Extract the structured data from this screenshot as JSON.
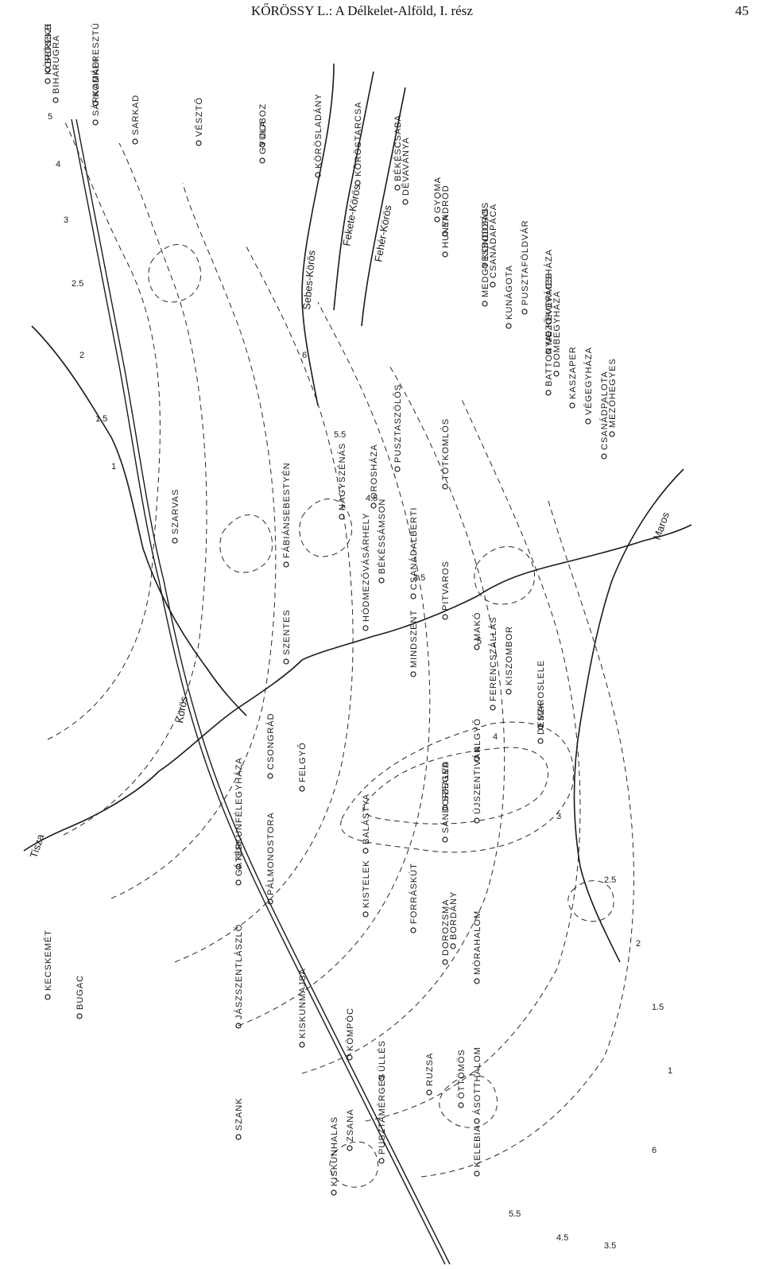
{
  "header": {
    "running_title": "KŐRÖSSY L.: A Délkelet-Alföld, I. rész",
    "page_number": "45"
  },
  "rivers": {
    "tisza": "Tisza",
    "koros": "Körös",
    "sebes_koros": "Sebes-Körös",
    "fekete_koros": "Fekete-Körös",
    "feher_koros": "Fehér-Körös",
    "maros": "Maros"
  },
  "localities": [
    {
      "name": "BEREKBÖSZÖRMÉNY"
    },
    {
      "name": "KÖRÖSSZEGAPÁTI"
    },
    {
      "name": "BIHARUGRA"
    },
    {
      "name": "KOMÁDI"
    },
    {
      "name": "SÁRKADKERESZTÚR"
    },
    {
      "name": "SARKAD"
    },
    {
      "name": "VÉSZTŐ"
    },
    {
      "name": "DOBOZ"
    },
    {
      "name": "GYULA"
    },
    {
      "name": "KÖRÖSLADÁNY"
    },
    {
      "name": "KÖRÖSTARCSA"
    },
    {
      "name": "BÉKÉSCSABA"
    },
    {
      "name": "DÉVAVÁNYA"
    },
    {
      "name": "GYOMA"
    },
    {
      "name": "ENDRŐD"
    },
    {
      "name": "HUNYA"
    },
    {
      "name": "KONDOROS"
    },
    {
      "name": "CSANÁDAPÁCA"
    },
    {
      "name": "MEDGYESBODZÁS"
    },
    {
      "name": "PUSZTAFÖLDVÁR"
    },
    {
      "name": "KUNÁGOTA"
    },
    {
      "name": "KEVERMES"
    },
    {
      "name": "MEZŐKOVÁCSHÁZA"
    },
    {
      "name": "DOMBEGYHÁZA"
    },
    {
      "name": "BATTONYA"
    },
    {
      "name": "KASZAPER"
    },
    {
      "name": "VÉGEGYHÁZA"
    },
    {
      "name": "MEZŐHEGYES"
    },
    {
      "name": "CSANÁDPALOTA"
    },
    {
      "name": "PUSZTASZÖLŐS"
    },
    {
      "name": "TÓTKOMLÓS"
    },
    {
      "name": "OROSHÁZA"
    },
    {
      "name": "NAGYSZÉNÁS"
    },
    {
      "name": "SZARVAS"
    },
    {
      "name": "FÁBIÁNSEBESTYÉN"
    },
    {
      "name": "BÉKÉSSÁMSON"
    },
    {
      "name": "CSANÁDALBERTI"
    },
    {
      "name": "PITVAROS"
    },
    {
      "name": "HÓDMEZŐVÁSÁRHELY"
    },
    {
      "name": "MAKÓ"
    },
    {
      "name": "SZENTES"
    },
    {
      "name": "MINDSZENT"
    },
    {
      "name": "KISZOMBOR"
    },
    {
      "name": "FERENCSZÁLLÁS"
    },
    {
      "name": "MAROSLELE"
    },
    {
      "name": "DESZK"
    },
    {
      "name": "ALGYŐ"
    },
    {
      "name": "CSONGRÁD"
    },
    {
      "name": "FELGYŐ"
    },
    {
      "name": "SZEGED"
    },
    {
      "name": "ÚJSZENTIVÁN"
    },
    {
      "name": "SÁNDORFALVA"
    },
    {
      "name": "BALÁSTYA"
    },
    {
      "name": "KISKUNFÉLEGYHÁZA"
    },
    {
      "name": "GÁTÉR"
    },
    {
      "name": "PÁLMONOSTORA"
    },
    {
      "name": "KISTELEK"
    },
    {
      "name": "FORRÁSKÚT"
    },
    {
      "name": "BORDÁNY"
    },
    {
      "name": "DOROZSMA"
    },
    {
      "name": "MÓRAHALOM"
    },
    {
      "name": "KECSKEMÉT"
    },
    {
      "name": "BUGAC"
    },
    {
      "name": "JÁSZSZENTLÁSZLÓ"
    },
    {
      "name": "KISKUNMAJSA"
    },
    {
      "name": "KÖMPÖC"
    },
    {
      "name": "ÜLLÉS"
    },
    {
      "name": "RUZSA"
    },
    {
      "name": "ÖTTÖMÖS"
    },
    {
      "name": "ÁSOTTHALOM"
    },
    {
      "name": "SZANK"
    },
    {
      "name": "ZSANA"
    },
    {
      "name": "PUSZTAMÉRGES"
    },
    {
      "name": "KELEBIA"
    },
    {
      "name": "KISKUNHALAS"
    }
  ],
  "contour_labels": [
    "5",
    "4",
    "3",
    "2.5",
    "2",
    "1.5",
    "1",
    "6",
    "5.5",
    "4.5",
    "3.5"
  ]
}
